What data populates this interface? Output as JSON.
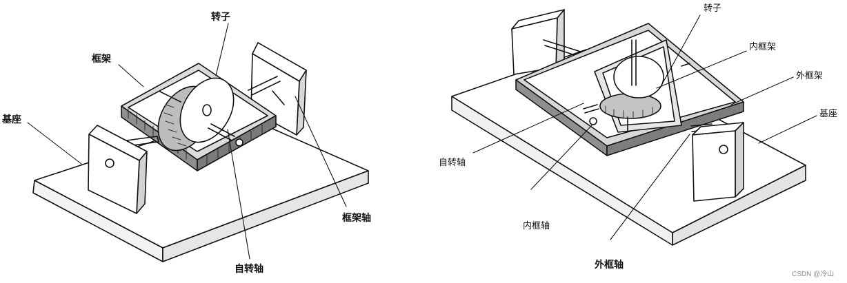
{
  "left_diagram": {
    "labels": {
      "rotor": "转子",
      "frame": "框架",
      "base": "基座",
      "frame_axis": "框架轴",
      "spin_axis": "自转轴"
    }
  },
  "right_diagram": {
    "labels": {
      "rotor": "转子",
      "inner_frame": "内框架",
      "outer_frame": "外框架",
      "base": "基座",
      "spin_axis": "自转轴",
      "inner_axis": "内框轴",
      "outer_axis": "外框轴"
    }
  },
  "watermark": "CSDN @冷山"
}
